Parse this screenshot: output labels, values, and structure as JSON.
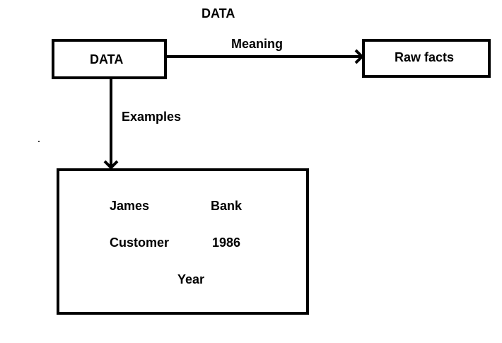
{
  "title": "DATA",
  "nodes": {
    "data_box": "DATA",
    "raw_facts_box": "Raw facts"
  },
  "edges": {
    "meaning": "Meaning",
    "examples": "Examples"
  },
  "examples": {
    "james": "James",
    "bank": "Bank",
    "customer": "Customer",
    "year_value": "1986",
    "year": "Year"
  }
}
